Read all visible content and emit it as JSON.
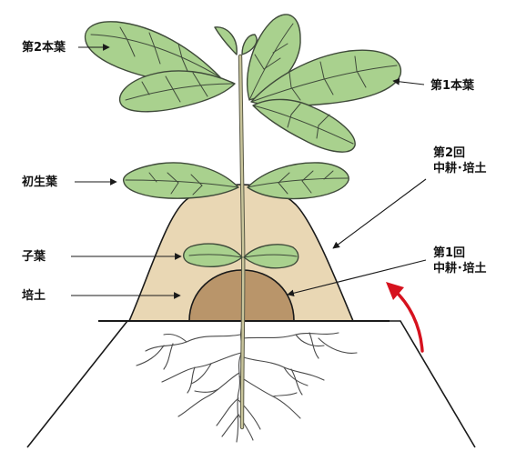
{
  "labels": {
    "second_true_leaf": "第2本葉",
    "first_true_leaf": "第1本葉",
    "primary_leaf": "初生葉",
    "second_cultivation_line1": "第2回",
    "second_cultivation_line2": "中耕･培土",
    "cotyledon": "子葉",
    "first_cultivation_line1": "第1回",
    "first_cultivation_line2": "中耕･培土",
    "ridging_soil": "培土"
  },
  "colors": {
    "leaf_fill": "#a9d18e",
    "leaf_stroke": "#3f4a3a",
    "second_mound": "#e9d7b4",
    "first_mound": "#b9956a",
    "stem": "#c8c49a",
    "line": "#1a1a1a",
    "arrow_red": "#d6121e"
  },
  "icons": {
    "direction_arrow": "curved-arrow-up-icon"
  }
}
